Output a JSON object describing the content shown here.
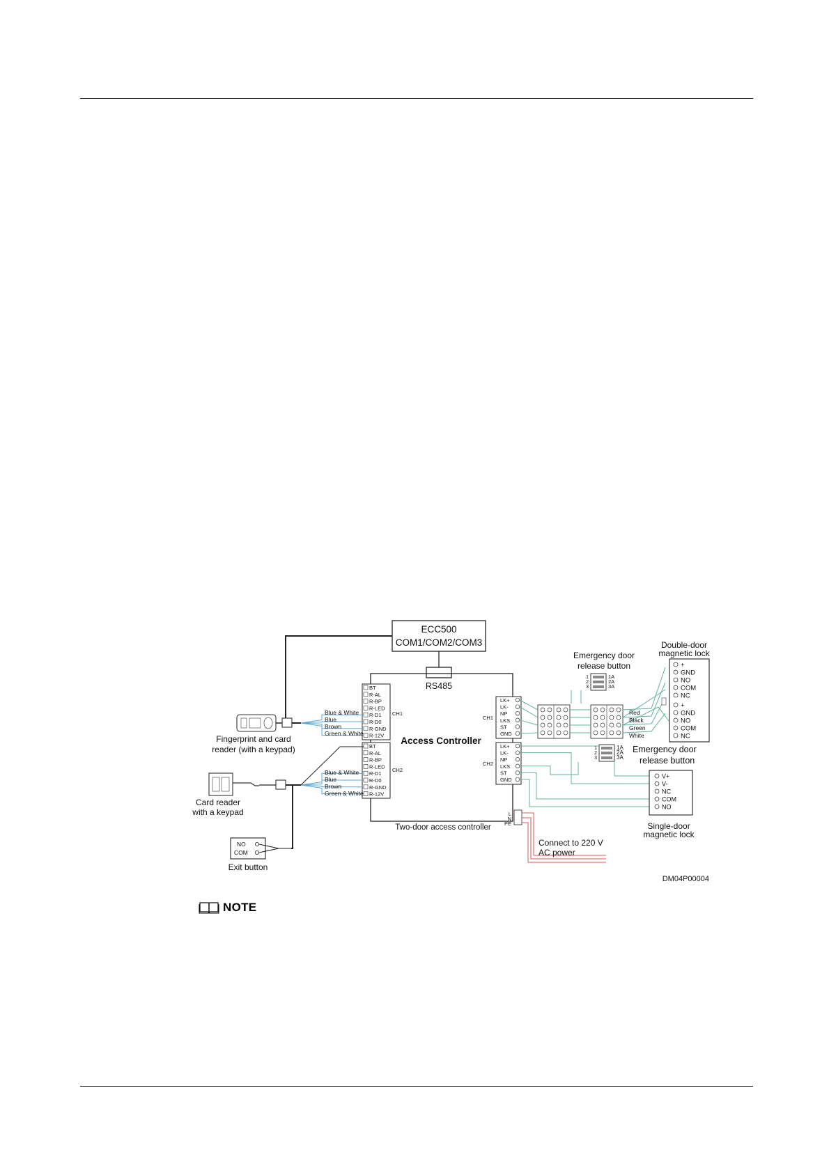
{
  "diagram": {
    "ecc_title": "ECC500",
    "ecc_ports": "COM1/COM2/COM3",
    "rs485": "RS485",
    "controller_name": "Access Controller",
    "controller_caption": "Two-door access controller",
    "ch1": "CH1",
    "ch2": "CH2",
    "reader_pins": [
      "BT",
      "R-AL",
      "R-BP",
      "R-LED",
      "R-D1",
      "R-D0",
      "R-GND",
      "R-12V"
    ],
    "lock_pins": [
      "LK+",
      "LK-",
      "NP",
      "LKS",
      "ST",
      "GND"
    ],
    "wire_colors": [
      "Blue & White",
      "Blue",
      "Brown",
      "Green & White"
    ],
    "power_pins": [
      "L",
      "N",
      "PE"
    ],
    "power_caption": [
      "Connect to 220 V",
      "AC power"
    ],
    "fingerprint_reader": [
      "Fingerprint and card",
      "reader (with a keypad)"
    ],
    "card_reader": [
      "Card reader",
      "with a keypad"
    ],
    "exit_button": "Exit button",
    "exit_terminals": [
      "NO",
      "COM"
    ],
    "emergency_button": [
      "Emergency door",
      "release button"
    ],
    "emergency_button_2": "Emergency door release button",
    "switch_terminals": [
      "1A",
      "2A",
      "3A"
    ],
    "switch_numbers": [
      "1",
      "2",
      "3"
    ],
    "double_lock_title": [
      "Double-door",
      "magnetic lock"
    ],
    "double_lock_terminals": [
      "+",
      "GND",
      "NO",
      "COM",
      "NC"
    ],
    "lock_wire_colors": [
      "Red",
      "Black",
      "Green",
      "White"
    ],
    "single_lock_title": [
      "Single-door",
      "magnetic lock"
    ],
    "single_lock_terminals": [
      "V+",
      "V-",
      "NC",
      "COM",
      "NO"
    ],
    "figure_id": "DM04P00004"
  },
  "note": {
    "label": "NOTE"
  },
  "colors": {
    "wire_blue": "#5aa8d6",
    "wire_green": "#5fb39a",
    "wire_red": "#d85a5a",
    "line": "#222222"
  }
}
